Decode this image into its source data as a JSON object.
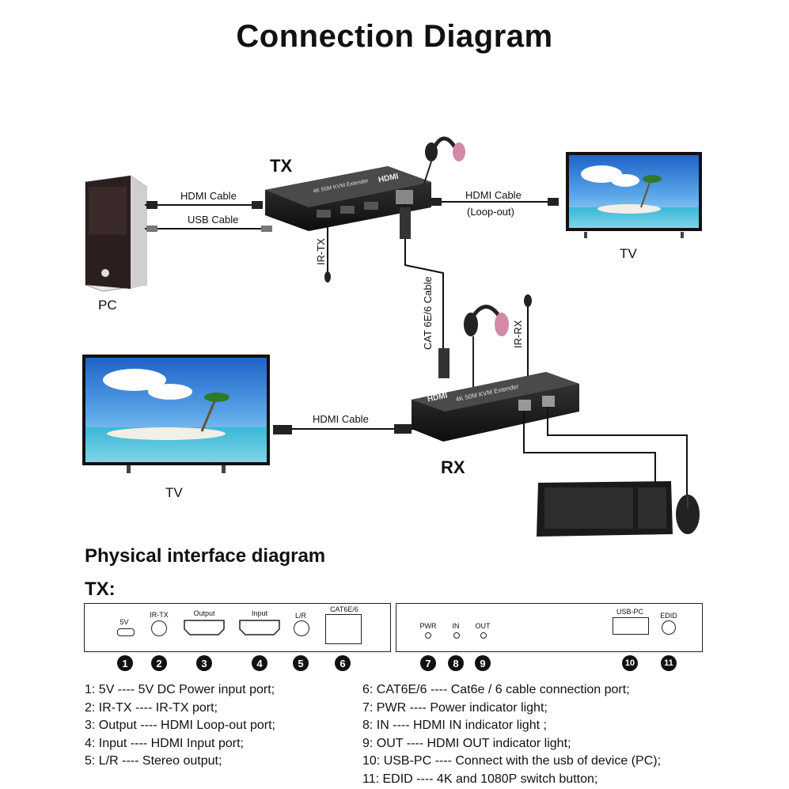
{
  "title": "Connection Diagram",
  "top": {
    "tx_label": "TX",
    "rx_label": "RX",
    "pc_label": "PC",
    "tv_label_top": "TV",
    "tv_label_bottom": "TV",
    "hdmi_cable_pc": "HDMI Cable",
    "usb_cable_pc": "USB Cable",
    "hdmi_cable_loop": "HDMI Cable",
    "loop_out": "(Loop-out)",
    "hdmi_cable_rx": "HDMI Cable",
    "cat_cable": "CAT 6E/6 Cable",
    "ir_tx": "IR-TX",
    "ir_rx": "IR-RX",
    "tx_device_text": "4K 50M KVM Extender",
    "rx_device_text": "4K 50M KVM Extender",
    "hdmi_logo": "HDMI"
  },
  "physical": {
    "heading": "Physical interface diagram",
    "tx_heading": "TX:",
    "left_ports": [
      {
        "label": "5V",
        "num": "1"
      },
      {
        "label": "IR-TX",
        "num": "2"
      },
      {
        "label": "Output",
        "num": "3"
      },
      {
        "label": "Input",
        "num": "4"
      },
      {
        "label": "L/R",
        "num": "5"
      },
      {
        "label": "CAT6E/6",
        "num": "6"
      }
    ],
    "right_ports": [
      {
        "label": "PWR",
        "num": "7"
      },
      {
        "label": "IN",
        "num": "8"
      },
      {
        "label": "OUT",
        "num": "9"
      },
      {
        "label": "USB-PC",
        "num": "10"
      },
      {
        "label": "EDID",
        "num": "11"
      }
    ]
  },
  "legend_left": [
    "1:  5V ---- 5V DC Power input port;",
    "2:  IR-TX ---- IR-TX port;",
    "3:  Output ---- HDMI Loop-out port;",
    "4:  Input ---- HDMI Input port;",
    "5:  L/R ---- Stereo output;"
  ],
  "legend_right": [
    "6:  CAT6E/6 ---- Cat6e / 6 cable connection port;",
    "7:  PWR ---- Power indicator light;",
    "8:  IN ---- HDMI IN indicator light ;",
    "9:  OUT ---- HDMI OUT indicator light;",
    "10:  USB-PC ---- Connect with the usb of device (PC);",
    "11:  EDID ---- 4K and 1080P switch button;"
  ]
}
